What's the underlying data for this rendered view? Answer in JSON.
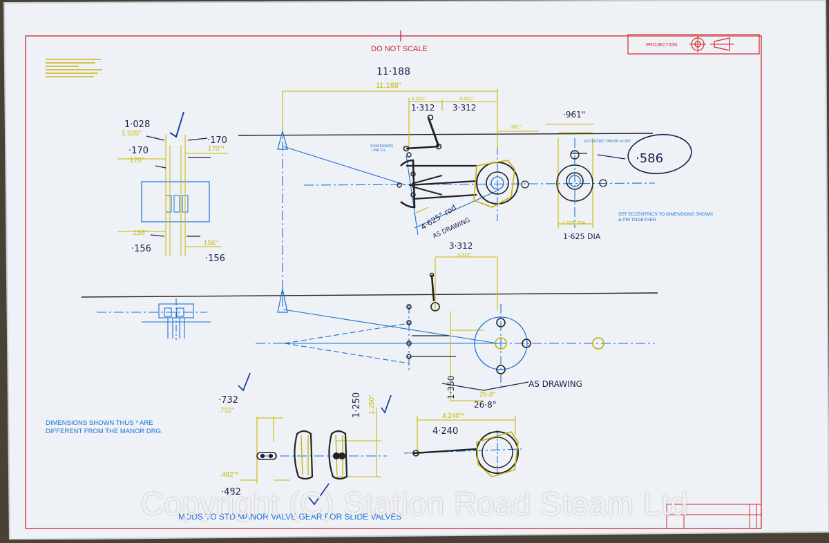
{
  "drawing": {
    "title_block_note": "DO NOT SCALE",
    "projection_label": "PROJECTION",
    "drawing_title": "MODS TO STD MANOR VALVE GEAR FOR SLIDE VALVES",
    "note_dimensions": [
      "DIMENSIONS SHOWN THUS * ARE",
      "DIFFERENT FROM THE MANOR DRG."
    ],
    "note_eccentrics": [
      "SET ECCENTRICS TO DIMENSIONS SHOWN",
      "& PIN TOGETHER"
    ],
    "label_suspension": [
      "SUSPENSION",
      "LINK C/L"
    ],
    "label_eccentric_throw": "ECCENTRIC THROW +0.293\"",
    "dim_printed": {
      "top_overall": "11.188\"",
      "d1028": "1.028\"",
      "d170a": ".170\"",
      "d170b": ".170\"*",
      "d156a": ".156\"",
      "d156b": ".156\"",
      "d1312": "1.312\"",
      "d3312": "3.312\"",
      "d3312b": "3.312\"",
      "d961": ".961\"",
      "d1625": "1.625\" DIA",
      "d732": ".732\"",
      "d482": ".482\"*",
      "d1250": "1.250\"",
      "d4240": "4.240\"*",
      "d268": "26.8\""
    },
    "handwritten": {
      "h11188": "11·188",
      "h1028": "1·028",
      "h170a": "·170",
      "h170b": "·170",
      "h156a": "·156",
      "h156b": "·156",
      "h1312": "1·312",
      "h3312": "3·312",
      "h3312b": "3·312",
      "h961": "·961\"",
      "h586": "·586",
      "h1625": "1·625 DIA",
      "h4625": "4·625\" rod",
      "h_asdrawing1": "AS DRAWING",
      "h_asdrawing2": "AS DRAWING",
      "h1250": "1·250",
      "h268": "26·8°",
      "h732": "·732",
      "h482": "·482",
      "h4240": "4·240",
      "h1350": "1·350"
    },
    "copyright": "Copyright (C) Station Road Steam Ltd",
    "colors": {
      "paper": "#eef1f6",
      "border_red": "#d3262a",
      "dim_yellow": "#c9b800",
      "line_blue": "#1c6fd6",
      "ink": "#1c1f4a",
      "part_dark": "#222222"
    }
  }
}
